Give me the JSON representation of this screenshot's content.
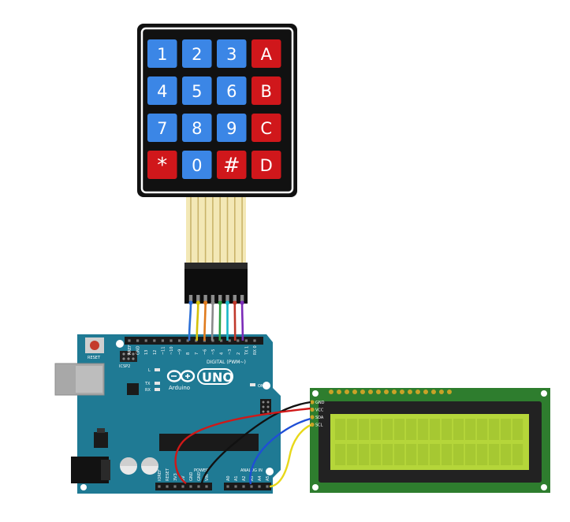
{
  "keypad": {
    "rows": [
      [
        {
          "label": "1",
          "type": "num"
        },
        {
          "label": "2",
          "type": "num"
        },
        {
          "label": "3",
          "type": "num"
        },
        {
          "label": "A",
          "type": "letter"
        }
      ],
      [
        {
          "label": "4",
          "type": "num"
        },
        {
          "label": "5",
          "type": "num"
        },
        {
          "label": "6",
          "type": "num"
        },
        {
          "label": "B",
          "type": "letter"
        }
      ],
      [
        {
          "label": "7",
          "type": "num"
        },
        {
          "label": "8",
          "type": "num"
        },
        {
          "label": "9",
          "type": "num"
        },
        {
          "label": "C",
          "type": "letter"
        }
      ],
      [
        {
          "label": "*",
          "type": "symbol"
        },
        {
          "label": "0",
          "type": "num"
        },
        {
          "label": "#",
          "type": "symbol"
        },
        {
          "label": "D",
          "type": "letter"
        }
      ]
    ],
    "colors": {
      "blue": "#3b86e6",
      "red": "#d0171b",
      "body": "#111111",
      "frame": "#ffffff"
    }
  },
  "ribbon_wire_colors": [
    "#7b2bb8",
    "#c0392b",
    "#18b7c6",
    "#2ea043",
    "#8a8a8a",
    "#e07b1d",
    "#d4c20a",
    "#2b6fd6"
  ],
  "arduino": {
    "reset_label": "RESET",
    "icsp_label": "ICSP2",
    "led_labels": [
      "L",
      "TX",
      "RX"
    ],
    "on_label": "ON",
    "logo_text": "Arduino",
    "model_badge": "UNO",
    "digital_label": "DIGITAL (PWM~)",
    "power_label": "POWER",
    "analog_label": "ANALOG IN",
    "digital_pin_labels": [
      "AREF",
      "GND",
      "13",
      "12",
      "~11",
      "~10",
      "~9",
      "8",
      "7",
      "~6",
      "~5",
      "4",
      "~3",
      "2",
      "TX 1",
      "RX 0"
    ],
    "power_pin_labels": [
      "IOREF",
      "RESET",
      "3V3",
      "5V",
      "GND",
      "GND",
      "VIN"
    ],
    "analog_pin_labels": [
      "A0",
      "A1",
      "A2",
      "A3",
      "A4",
      "A5"
    ],
    "colors": {
      "board": "#1f7a94",
      "dark": "#1a1a1a",
      "usb": "#a8a8a8"
    }
  },
  "lcd": {
    "pin_labels": [
      "GND",
      "VCC",
      "SDA",
      "SCL"
    ],
    "colors": {
      "pcb": "#2e7d2e",
      "bezel": "#222222",
      "screen": "#b5d63a",
      "cell": "#a6c832"
    }
  },
  "i2c_wire_colors": {
    "GND": "#111111",
    "VCC": "#d01818",
    "SDA": "#1f4fd6",
    "SCL": "#e8d81a"
  }
}
